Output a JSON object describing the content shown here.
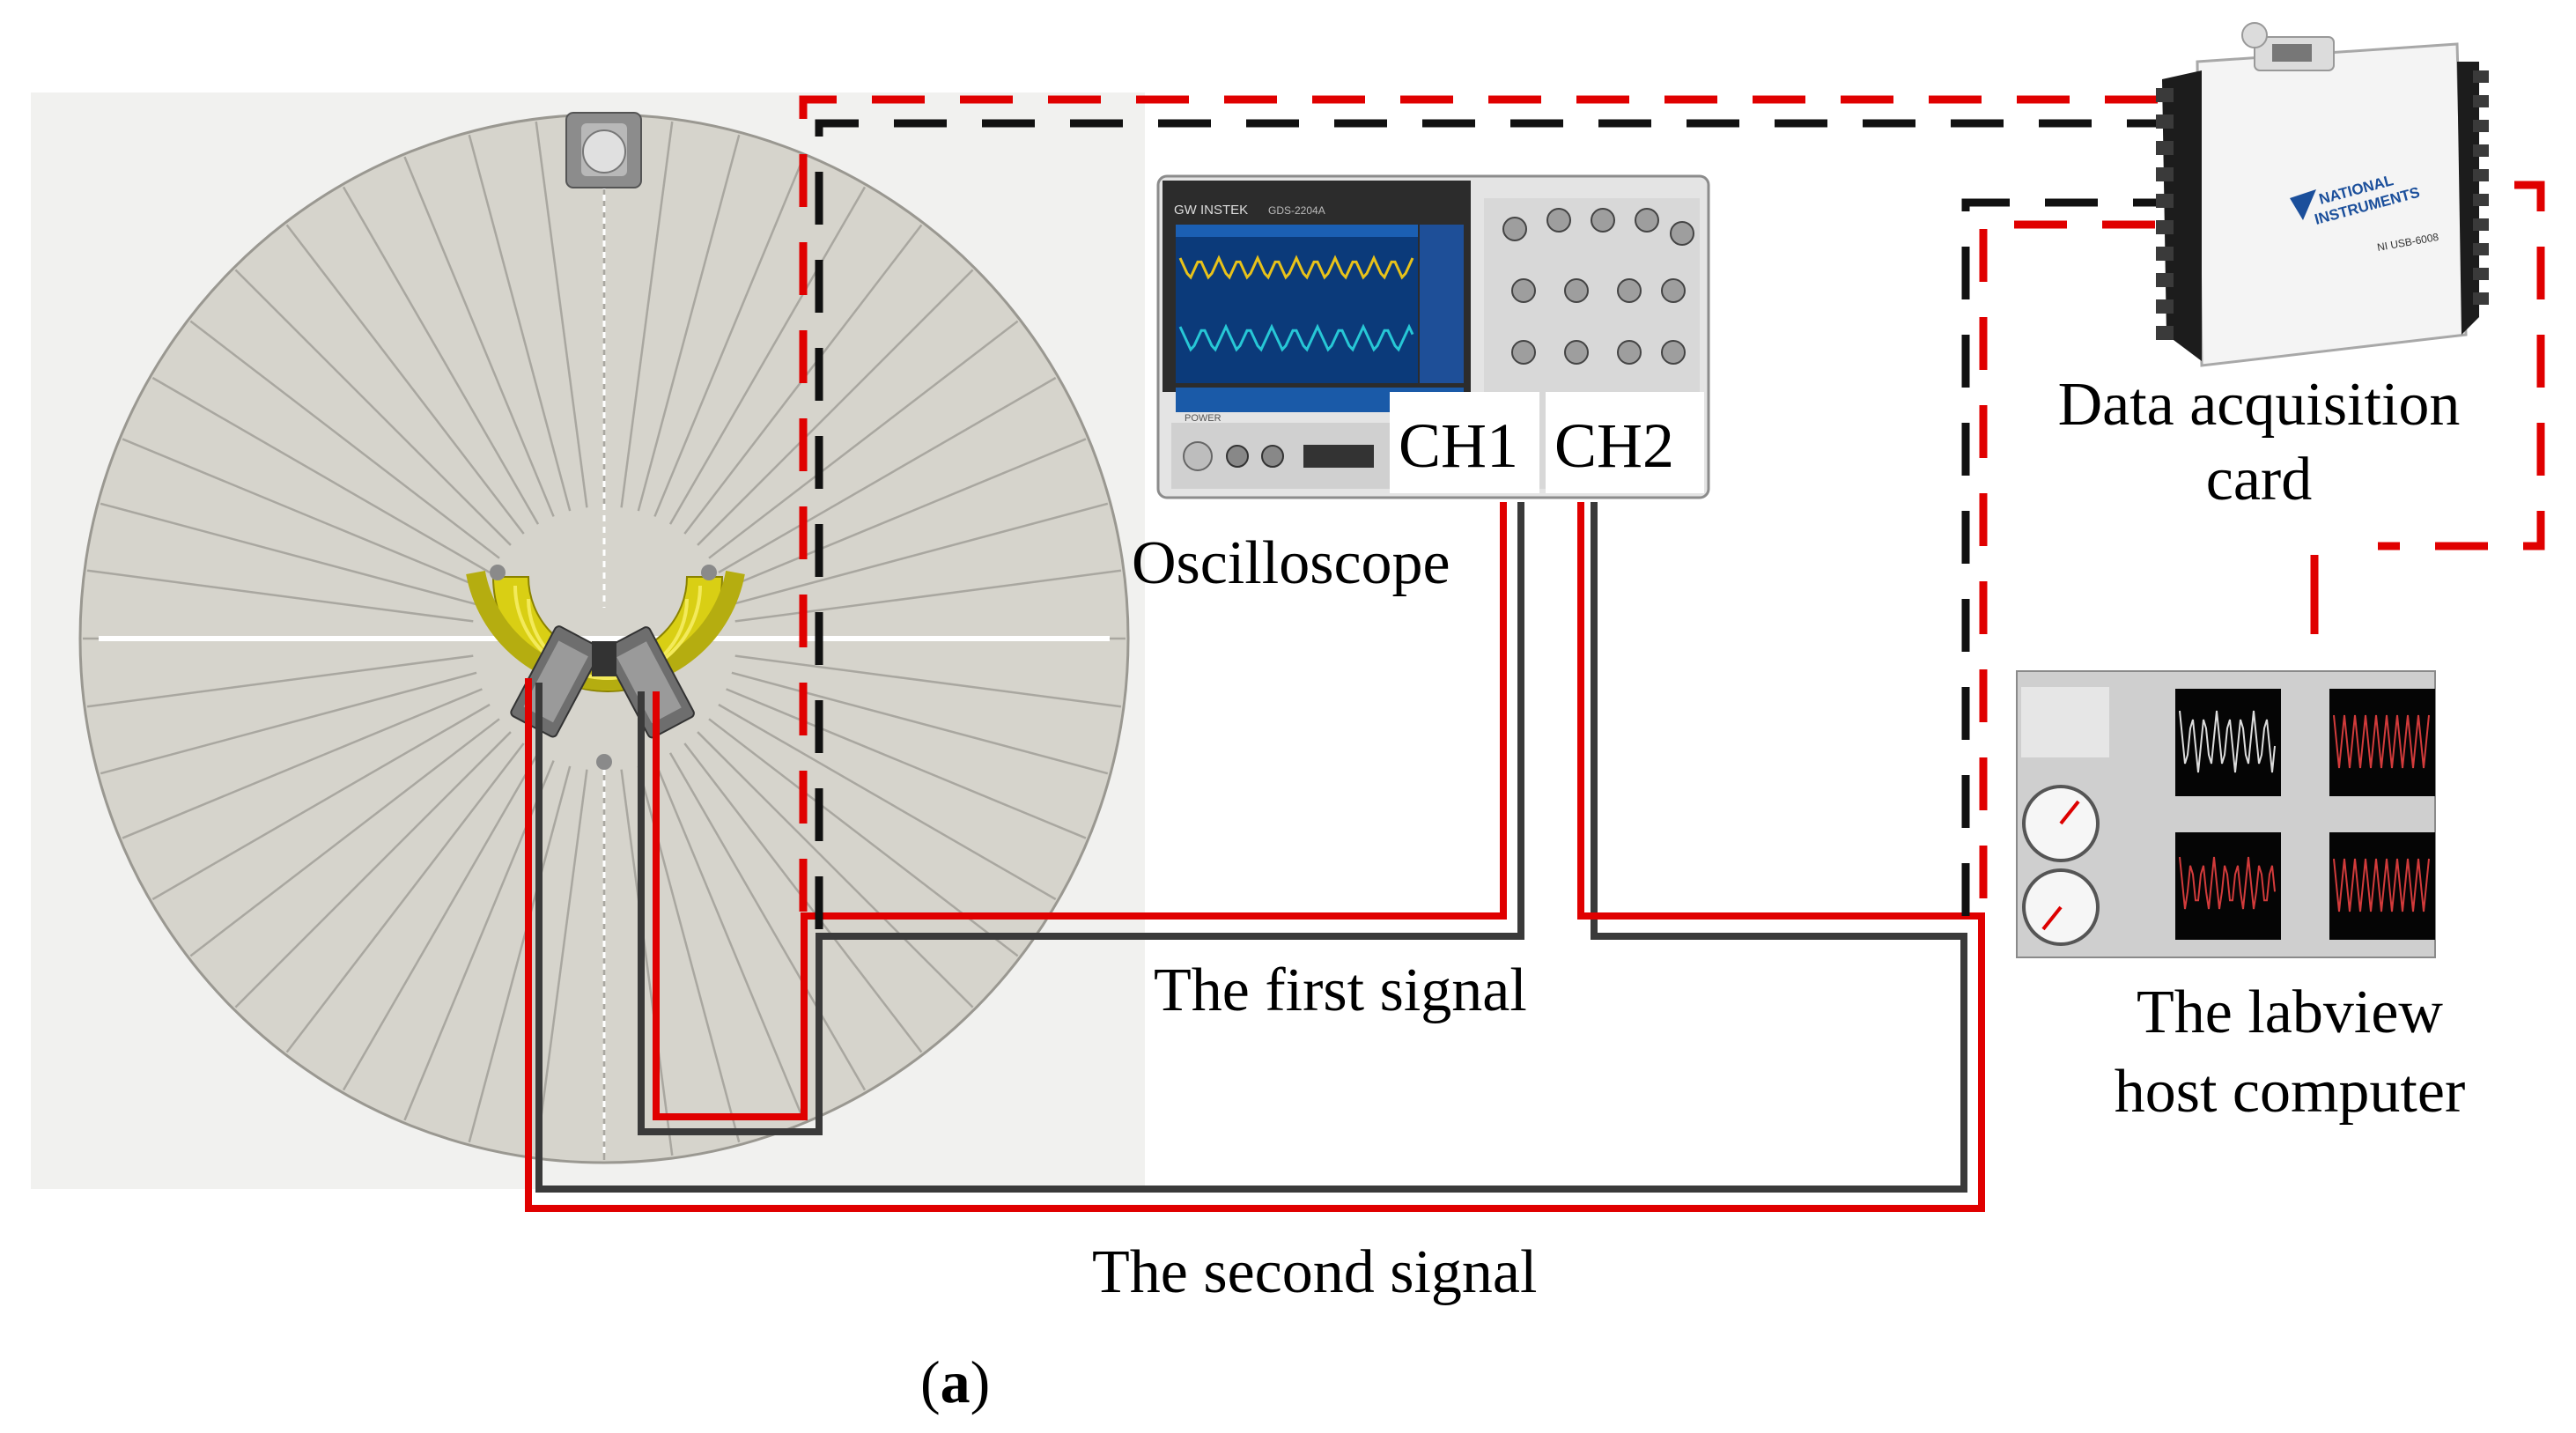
{
  "labels": {
    "ch1": "CH1",
    "ch2": "CH2",
    "oscilloscope": "Oscilloscope",
    "daq_line1": "Data acquisition",
    "daq_line2": "card",
    "host_line1": "The labview",
    "host_line2": "host computer",
    "first_signal": "The first signal",
    "second_signal": "The second signal",
    "subfig_open": "(",
    "subfig_letter": "a",
    "subfig_close": ")"
  },
  "device_text": {
    "osc_brand": "GW INSTEK",
    "osc_model": "GDS-2204A",
    "osc_power": "POWER",
    "daq_brand_1": "NATIONAL",
    "daq_brand_2": "INSTRUMENTS",
    "daq_model": "NI USB-6008"
  },
  "colors": {
    "red_wire": "#e00000",
    "black_wire": "#111111",
    "disc": "#d6d4cc",
    "sensor": "#d9cf14",
    "scope_screen": "#0b3a7a",
    "trace_yellow": "#e8c21a",
    "trace_cyan": "#27c7d6"
  }
}
